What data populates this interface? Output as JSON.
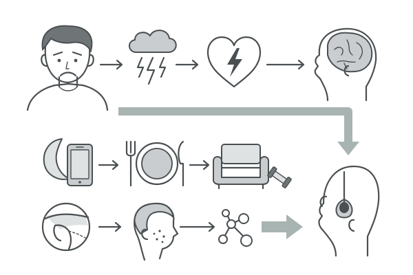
{
  "diagram": {
    "nodes": [
      {
        "id": "stressed-person",
        "icon": "stressed-person-icon"
      },
      {
        "id": "storm-cloud",
        "icon": "storm-cloud-icon"
      },
      {
        "id": "heart-lightning",
        "icon": "heart-lightning-icon"
      },
      {
        "id": "brain-head",
        "icon": "brain-head-icon"
      },
      {
        "id": "night-phone",
        "icon": "night-phone-icon"
      },
      {
        "id": "plate-fork-knife",
        "icon": "plate-fork-knife-icon"
      },
      {
        "id": "sofa-dumbbell",
        "icon": "sofa-dumbbell-icon"
      },
      {
        "id": "joint-closeup",
        "icon": "joint-closeup-icon"
      },
      {
        "id": "face-skin",
        "icon": "face-skin-icon"
      },
      {
        "id": "molecule",
        "icon": "molecule-icon"
      },
      {
        "id": "hair-follicle-head",
        "icon": "hair-follicle-head-icon"
      }
    ],
    "edges": [
      {
        "from": "stressed-person",
        "to": "storm-cloud"
      },
      {
        "from": "storm-cloud",
        "to": "heart-lightning"
      },
      {
        "from": "heart-lightning",
        "to": "brain-head"
      },
      {
        "from": "stressed-person",
        "to": "hair-follicle-head"
      },
      {
        "from": "night-phone",
        "to": "plate-fork-knife"
      },
      {
        "from": "plate-fork-knife",
        "to": "sofa-dumbbell"
      },
      {
        "from": "joint-closeup",
        "to": "face-skin"
      },
      {
        "from": "face-skin",
        "to": "molecule"
      },
      {
        "from": "molecule",
        "to": "hair-follicle-head"
      }
    ]
  },
  "colors": {
    "line": "#4a4f52",
    "fill_gray": "#c9cdcf",
    "fill_light": "#dfe2e3",
    "accent": "#a8b4b2",
    "background": "#ffffff"
  }
}
